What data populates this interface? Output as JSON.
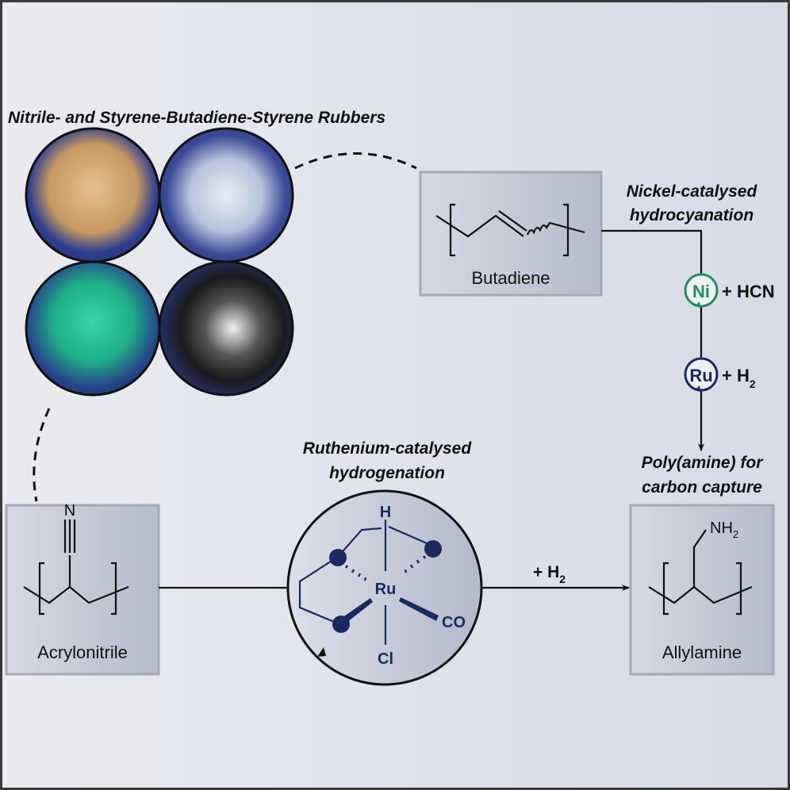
{
  "title": "Nitrile- and Styrene-Butadiene-Styrene Rubbers",
  "photos": [
    "nitrile-rubber-block",
    "sbs-pellets",
    "nitrile-glove",
    "sbs-shoe-sole"
  ],
  "butadiene": {
    "label": "Butadiene"
  },
  "nickel_step": {
    "line1": "Nickel-catalysed",
    "line2": "hydrocyanation",
    "catalyst": "Ni",
    "reagent": "+ HCN"
  },
  "ru_step": {
    "catalyst": "Ru",
    "reagent": "+ H",
    "sub": "2"
  },
  "product_caption": {
    "line1": "Poly(amine) for",
    "line2": "carbon capture"
  },
  "allylamine": {
    "label": "Allylamine",
    "group": "NH",
    "sub": "2"
  },
  "acrylonitrile": {
    "label": "Acrylonitrile",
    "group": "N"
  },
  "ruthenium_step": {
    "line1": "Ruthenium-catalysed",
    "line2": "hydrogenation",
    "reagent": "+ H",
    "sub": "2"
  },
  "complex": {
    "metal": "Ru",
    "top": "H",
    "bottom": "Cl",
    "right": "CO"
  },
  "colors": {
    "nickel": "#1f8f5f",
    "ruthenium": "#1b2a5e",
    "background": "#e4e7ee"
  }
}
